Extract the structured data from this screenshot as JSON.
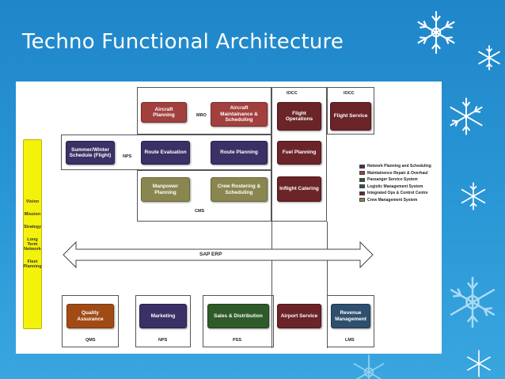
{
  "slide": {
    "title": "Techno Functional Architecture"
  },
  "diagram": {
    "vision_items": [
      "Vision",
      "Mission",
      "Strategy",
      "Long Term Network",
      "Fleet Planning"
    ],
    "group_labels": {
      "mro": "MRO",
      "nps": "NPS",
      "cms": "CMS",
      "iocc1": "IOCC",
      "iocc2": "IOCC",
      "qms": "QMS",
      "nps_bottom": "NPS",
      "pss": "PSS",
      "lms": "LMS"
    },
    "boxes": {
      "aircraft_planning": "Aircraft Planning",
      "aircraft_maintenance": "Aircraft Maintainance & Scheduling",
      "summer_winter": "Summer/Winter Schedule (Flight)",
      "route_evaluation": "Route Evaluation",
      "route_planning": "Route Planning",
      "manpower_planning": "Manpower Planning",
      "crew_rostering": "Crew Rostering & Scheduling",
      "flight_operations": "Flight Operations",
      "fuel_planning": "Fuel Planning",
      "inflight_catering": "Inflight Catering",
      "flight_service": "Flight Service",
      "quality_assurance": "Quality Assurance",
      "marketing": "Marketing",
      "sales_distribution": "Sales & Distribution",
      "airport_service": "Airport Service",
      "revenue_management": "Revenue Management"
    },
    "erp_label": "SAP ERP",
    "legend": [
      {
        "label": "Network Planning and Scheduling",
        "color": "#3b3166"
      },
      {
        "label": "Maintainence Repair & Overhaul",
        "color": "#a2403e"
      },
      {
        "label": "Passanger Service System",
        "color": "#2f5b2a"
      },
      {
        "label": "Logistic Management System",
        "color": "#2e4f6e"
      },
      {
        "label": "Integrated Ops & Control Centre",
        "color": "#6b2428"
      },
      {
        "label": "Crew Management System",
        "color": "#8a8650"
      }
    ]
  }
}
